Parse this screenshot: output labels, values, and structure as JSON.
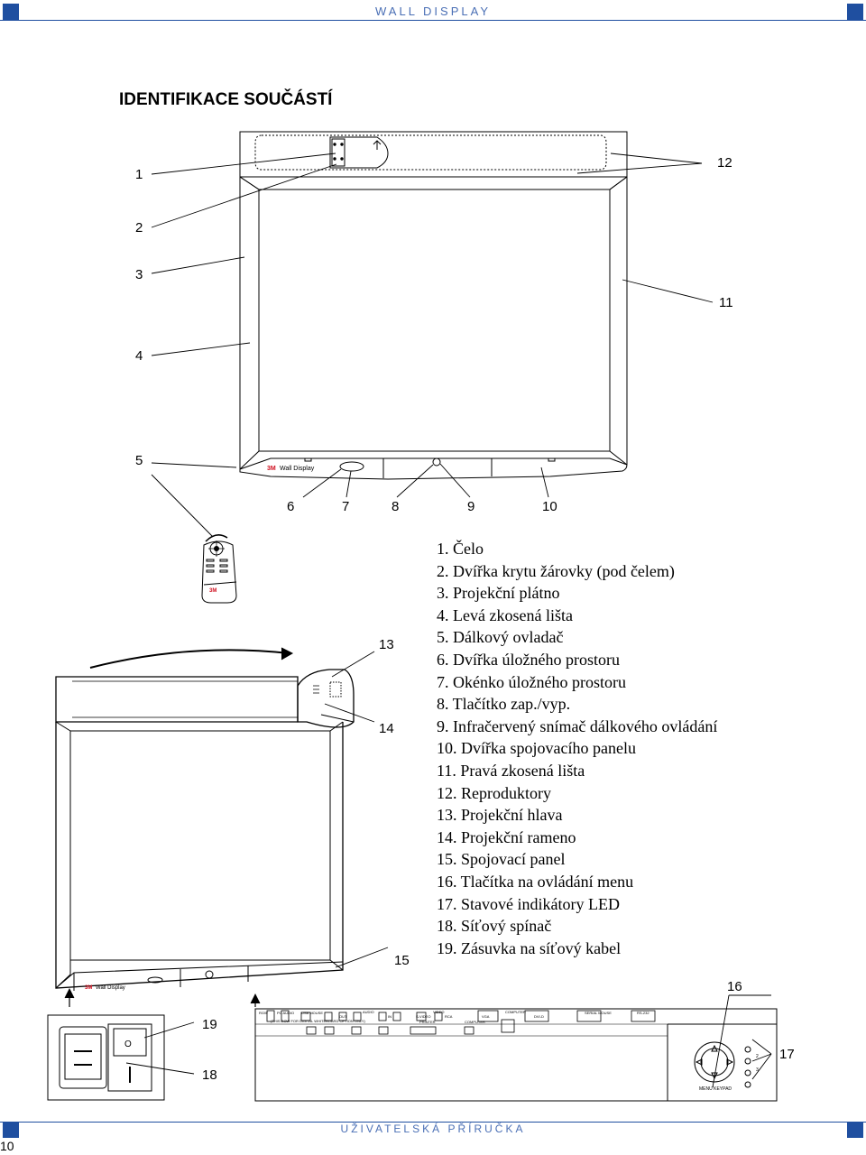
{
  "header": {
    "title": "WALL DISPLAY"
  },
  "section": {
    "title": "IDENTIFIKACE SOUČÁSTÍ"
  },
  "callouts": {
    "c1": "1",
    "c2": "2",
    "c3": "3",
    "c4": "4",
    "c5": "5",
    "c6": "6",
    "c7": "7",
    "c8": "8",
    "c9": "9",
    "c10": "10",
    "c11": "11",
    "c12": "12",
    "c13": "13",
    "c14": "14",
    "c15": "15",
    "c16": "16",
    "c17": "17",
    "c18": "18",
    "c19": "19"
  },
  "legend": [
    "1. Čelo",
    "2. Dvířka krytu žárovky (pod čelem)",
    "3. Projekční plátno",
    "4. Levá zkosená lišta",
    "5. Dálkový ovladač",
    "6. Dvířka úložného prostoru",
    "7. Okénko úložného prostoru",
    "8. Tlačítko zap./vyp.",
    "9. Infračervený snímač dálkového ovládání",
    "10. Dvířka spojovacího panelu",
    "11. Pravá zkosená lišta",
    "12. Reproduktory",
    "13. Projekční hlava",
    "14. Projekční rameno",
    "15. Spojovací panel",
    "16. Tlačítka na ovládání menu",
    "17. Stavové indikátory LED",
    "18. Síťový spínač",
    "19. Zásuvka na síťový kabel"
  ],
  "device_labels": {
    "brand": "3M",
    "product": "Wall Display",
    "panel": {
      "rgw": "RGW",
      "pc_audio": "PC AUDIO",
      "usb_mouse": "USB MOUSE",
      "out": "OUT",
      "audio": "AUDIO",
      "in": "IN",
      "video": "VIDEO",
      "s_video": "S-VIDEO",
      "rca": "RCA",
      "computer": "COMPUTER",
      "vga": "VGA",
      "dvi_d": "DVI-D",
      "serial_mouse": "SERIAL MOUSE",
      "rs232": "RS-232",
      "printer": "PRINTER",
      "note": "(THIS ROW FOR DIGITAL WHITEBOARD OPTION ONLY)",
      "menu_keypad": "MENU KEYPAD",
      "led1": "2",
      "led2": "3"
    }
  },
  "footer": {
    "title": "UŽIVATELSKÁ PŘÍRUČKA",
    "page_number": "10"
  },
  "colors": {
    "accent": "#1f4fa0",
    "header_text": "#4a6fb5",
    "brand_red": "#d01020"
  }
}
